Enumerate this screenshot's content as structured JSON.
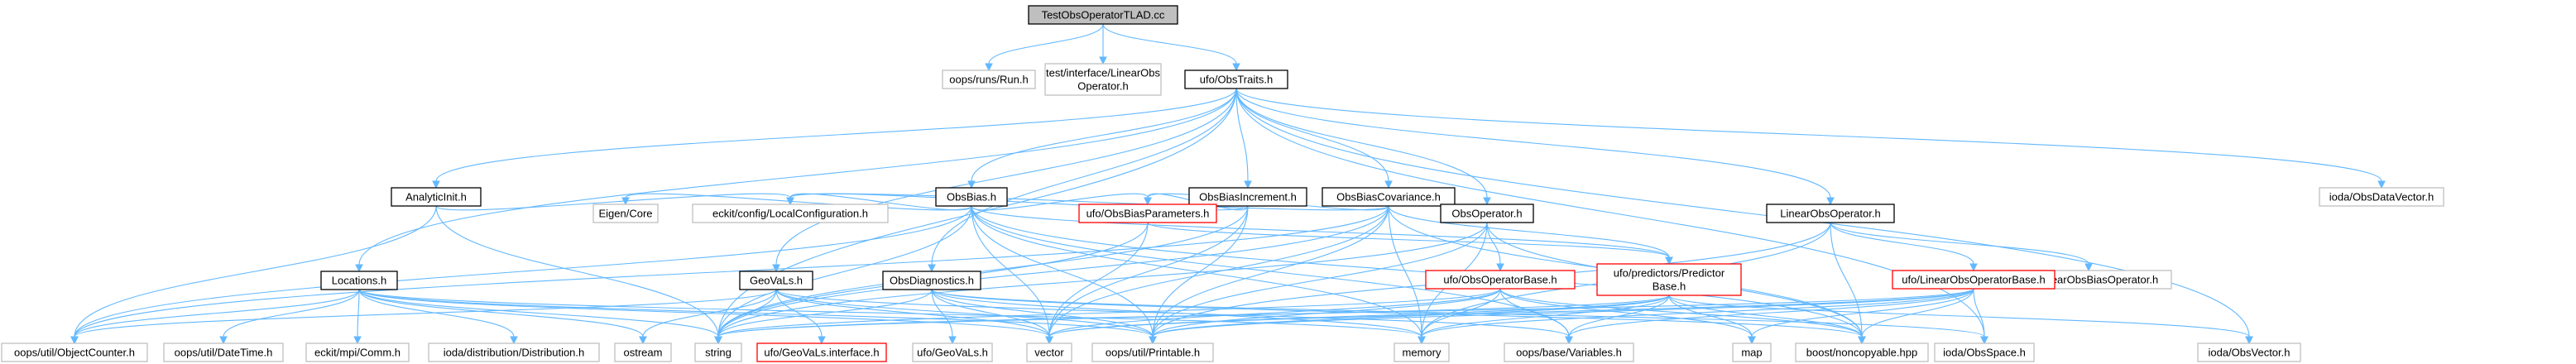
{
  "graph": {
    "nodes": [
      {
        "id": "root",
        "lines": [
          "TestObsOperatorTLAD.cc"
        ],
        "style": "root"
      },
      {
        "id": "run",
        "lines": [
          "oops/runs/Run.h"
        ],
        "style": "external"
      },
      {
        "id": "linobsop_test",
        "lines": [
          "test/interface/LinearObs",
          "Operator.h"
        ],
        "style": "external"
      },
      {
        "id": "obstraits",
        "lines": [
          "ufo/ObsTraits.h"
        ],
        "style": "normal"
      },
      {
        "id": "iodadatavector",
        "lines": [
          "ioda/ObsDataVector.h"
        ],
        "style": "external"
      },
      {
        "id": "analyticinit",
        "lines": [
          "AnalyticInit.h"
        ],
        "style": "normal"
      },
      {
        "id": "obsbias",
        "lines": [
          "ObsBias.h"
        ],
        "style": "normal"
      },
      {
        "id": "obsbiasincrement",
        "lines": [
          "ObsBiasIncrement.h"
        ],
        "style": "normal"
      },
      {
        "id": "obsbiascovariance",
        "lines": [
          "ObsBiasCovariance.h"
        ],
        "style": "normal"
      },
      {
        "id": "eigencore",
        "lines": [
          "Eigen/Core"
        ],
        "style": "external"
      },
      {
        "id": "localconfig",
        "lines": [
          "eckit/config/LocalConfiguration.h"
        ],
        "style": "external"
      },
      {
        "id": "obsbiasparams",
        "lines": [
          "ufo/ObsBiasParameters.h"
        ],
        "style": "truncated"
      },
      {
        "id": "obsoperator",
        "lines": [
          "ObsOperator.h"
        ],
        "style": "normal"
      },
      {
        "id": "linearobsoperator",
        "lines": [
          "LinearObsOperator.h"
        ],
        "style": "normal"
      },
      {
        "id": "ufolinearobsop",
        "lines": [
          "ufo/LinearObsBiasOperator.h"
        ],
        "style": "external"
      },
      {
        "id": "locations",
        "lines": [
          "Locations.h"
        ],
        "style": "normal"
      },
      {
        "id": "geovals",
        "lines": [
          "GeoVaLs.h"
        ],
        "style": "normal"
      },
      {
        "id": "obsdiagnostics",
        "lines": [
          "ObsDiagnostics.h"
        ],
        "style": "normal"
      },
      {
        "id": "predictorbase",
        "lines": [
          "ufo/predictors/Predictor",
          "Base.h"
        ],
        "style": "truncated"
      },
      {
        "id": "obsoperatorbase",
        "lines": [
          "ufo/ObsOperatorBase.h"
        ],
        "style": "truncated"
      },
      {
        "id": "linobsoperatorbase",
        "lines": [
          "ufo/LinearObsOperatorBase.h"
        ],
        "style": "truncated"
      },
      {
        "id": "objectcounter",
        "lines": [
          "oops/util/ObjectCounter.h"
        ],
        "style": "external"
      },
      {
        "id": "datetime",
        "lines": [
          "oops/util/DateTime.h"
        ],
        "style": "external"
      },
      {
        "id": "comm",
        "lines": [
          "eckit/mpi/Comm.h"
        ],
        "style": "external"
      },
      {
        "id": "distribution",
        "lines": [
          "ioda/distribution/Distribution.h"
        ],
        "style": "external"
      },
      {
        "id": "ostream",
        "lines": [
          "ostream"
        ],
        "style": "external"
      },
      {
        "id": "string",
        "lines": [
          "string"
        ],
        "style": "external"
      },
      {
        "id": "geovalsiface",
        "lines": [
          "ufo/GeoVaLs.interface.h"
        ],
        "style": "truncated"
      },
      {
        "id": "ufogeovals",
        "lines": [
          "ufo/GeoVaLs.h"
        ],
        "style": "external"
      },
      {
        "id": "vector",
        "lines": [
          "vector"
        ],
        "style": "external"
      },
      {
        "id": "printable",
        "lines": [
          "oops/util/Printable.h"
        ],
        "style": "external"
      },
      {
        "id": "memory",
        "lines": [
          "memory"
        ],
        "style": "external"
      },
      {
        "id": "variables",
        "lines": [
          "oops/base/Variables.h"
        ],
        "style": "external"
      },
      {
        "id": "map",
        "lines": [
          "map"
        ],
        "style": "external"
      },
      {
        "id": "noncopyable",
        "lines": [
          "boost/noncopyable.hpp"
        ],
        "style": "external"
      },
      {
        "id": "obsspace",
        "lines": [
          "ioda/ObsSpace.h"
        ],
        "style": "external"
      },
      {
        "id": "obsvector",
        "lines": [
          "ioda/ObsVector.h"
        ],
        "style": "external"
      }
    ],
    "edges": [
      [
        "root",
        "run"
      ],
      [
        "root",
        "linobsop_test"
      ],
      [
        "root",
        "obstraits"
      ],
      [
        "obstraits",
        "iodadatavector"
      ],
      [
        "obstraits",
        "analyticinit"
      ],
      [
        "obstraits",
        "obsbias"
      ],
      [
        "obstraits",
        "obsbiasincrement"
      ],
      [
        "obstraits",
        "obsbiascovariance"
      ],
      [
        "obstraits",
        "obsoperator"
      ],
      [
        "obstraits",
        "linearobsoperator"
      ],
      [
        "obstraits",
        "locations"
      ],
      [
        "obstraits",
        "geovals"
      ],
      [
        "obstraits",
        "obsdiagnostics"
      ],
      [
        "obstraits",
        "string"
      ],
      [
        "obstraits",
        "obsspace"
      ],
      [
        "obstraits",
        "obsvector"
      ],
      [
        "analyticinit",
        "localconfig"
      ],
      [
        "analyticinit",
        "objectcounter"
      ],
      [
        "analyticinit",
        "string"
      ],
      [
        "obsbias",
        "eigencore"
      ],
      [
        "obsbias",
        "localconfig"
      ],
      [
        "obsbias",
        "obsbiasparams"
      ],
      [
        "obsbias",
        "predictorbase"
      ],
      [
        "obsbias",
        "objectcounter"
      ],
      [
        "obsbias",
        "string"
      ],
      [
        "obsbias",
        "vector"
      ],
      [
        "obsbias",
        "printable"
      ],
      [
        "obsbias",
        "memory"
      ],
      [
        "obsbias",
        "variables"
      ],
      [
        "obsbias",
        "noncopyable"
      ],
      [
        "obsbiasincrement",
        "localconfig"
      ],
      [
        "obsbiasincrement",
        "obsbiasparams"
      ],
      [
        "obsbiasincrement",
        "string"
      ],
      [
        "obsbiasincrement",
        "vector"
      ],
      [
        "obsbiasincrement",
        "printable"
      ],
      [
        "obsbiascovariance",
        "localconfig"
      ],
      [
        "obsbiascovariance",
        "obsbiasparams"
      ],
      [
        "obsbiascovariance",
        "predictorbase"
      ],
      [
        "obsbiascovariance",
        "objectcounter"
      ],
      [
        "obsbiascovariance",
        "string"
      ],
      [
        "obsbiascovariance",
        "vector"
      ],
      [
        "obsbiascovariance",
        "printable"
      ],
      [
        "obsbiascovariance",
        "memory"
      ],
      [
        "obsbiascovariance",
        "noncopyable"
      ],
      [
        "obsbiasparams",
        "predictorbase"
      ],
      [
        "obsbiasparams",
        "string"
      ],
      [
        "obsbiasparams",
        "vector"
      ],
      [
        "obsoperator",
        "obsoperatorbase"
      ],
      [
        "obsoperator",
        "string"
      ],
      [
        "obsoperator",
        "printable"
      ],
      [
        "obsoperator",
        "memory"
      ],
      [
        "obsoperator",
        "noncopyable"
      ],
      [
        "linearobsoperator",
        "ufolinearobsop"
      ],
      [
        "linearobsoperator",
        "linobsoperatorbase"
      ],
      [
        "linearobsoperator",
        "printable"
      ],
      [
        "linearobsoperator",
        "memory"
      ],
      [
        "linearobsoperator",
        "noncopyable"
      ],
      [
        "locations",
        "objectcounter"
      ],
      [
        "locations",
        "datetime"
      ],
      [
        "locations",
        "comm"
      ],
      [
        "locations",
        "distribution"
      ],
      [
        "locations",
        "ostream"
      ],
      [
        "locations",
        "string"
      ],
      [
        "locations",
        "vector"
      ],
      [
        "locations",
        "printable"
      ],
      [
        "locations",
        "memory"
      ],
      [
        "geovals",
        "geovalsiface"
      ],
      [
        "geovals",
        "objectcounter"
      ],
      [
        "geovals",
        "string"
      ],
      [
        "geovals",
        "vector"
      ],
      [
        "geovals",
        "printable"
      ],
      [
        "geovals",
        "variables"
      ],
      [
        "geovals",
        "ostream"
      ],
      [
        "obsdiagnostics",
        "ufogeovals"
      ],
      [
        "obsdiagnostics",
        "string"
      ],
      [
        "obsdiagnostics",
        "vector"
      ],
      [
        "obsdiagnostics",
        "printable"
      ],
      [
        "obsdiagnostics",
        "memory"
      ],
      [
        "obsdiagnostics",
        "noncopyable"
      ],
      [
        "obsdiagnostics",
        "obsspace"
      ],
      [
        "predictorbase",
        "string"
      ],
      [
        "predictorbase",
        "vector"
      ],
      [
        "predictorbase",
        "printable"
      ],
      [
        "predictorbase",
        "memory"
      ],
      [
        "predictorbase",
        "variables"
      ],
      [
        "predictorbase",
        "map"
      ],
      [
        "predictorbase",
        "noncopyable"
      ],
      [
        "predictorbase",
        "obsvector"
      ],
      [
        "obsoperatorbase",
        "string"
      ],
      [
        "obsoperatorbase",
        "vector"
      ],
      [
        "obsoperatorbase",
        "printable"
      ],
      [
        "obsoperatorbase",
        "memory"
      ],
      [
        "obsoperatorbase",
        "variables"
      ],
      [
        "obsoperatorbase",
        "map"
      ],
      [
        "obsoperatorbase",
        "noncopyable"
      ],
      [
        "linobsoperatorbase",
        "string"
      ],
      [
        "linobsoperatorbase",
        "vector"
      ],
      [
        "linobsoperatorbase",
        "printable"
      ],
      [
        "linobsoperatorbase",
        "memory"
      ],
      [
        "linobsoperatorbase",
        "variables"
      ],
      [
        "linobsoperatorbase",
        "map"
      ],
      [
        "linobsoperatorbase",
        "noncopyable"
      ],
      [
        "linobsoperatorbase",
        "obsspace"
      ]
    ]
  },
  "colors": {
    "edge": "#63b8ff",
    "root_fill": "#bfbfbf",
    "normal_border": "#000000",
    "external_border": "#bfbfbf",
    "truncated_border": "#ff0000",
    "external_text": "#595959",
    "node_fill": "#ffffff"
  }
}
